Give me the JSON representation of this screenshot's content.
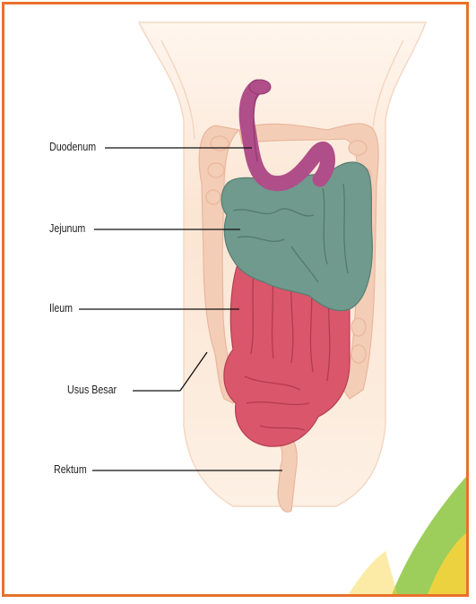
{
  "labels": {
    "duodenum": "Duodenum",
    "jejunum": "Jejunum",
    "ileum": "Ileum",
    "usus_besar": "Usus Besar",
    "rektum": "Rektum"
  },
  "colors": {
    "frame": "#e8712a",
    "skin": "#fbe3cf",
    "duodenum": "#b04e89",
    "jejunum": "#6f9a8d",
    "ileum": "#d9566b",
    "large_intestine": "#f3cdb6",
    "watermark_green": "#8cc63f",
    "watermark_yellow": "#f6d33c"
  }
}
